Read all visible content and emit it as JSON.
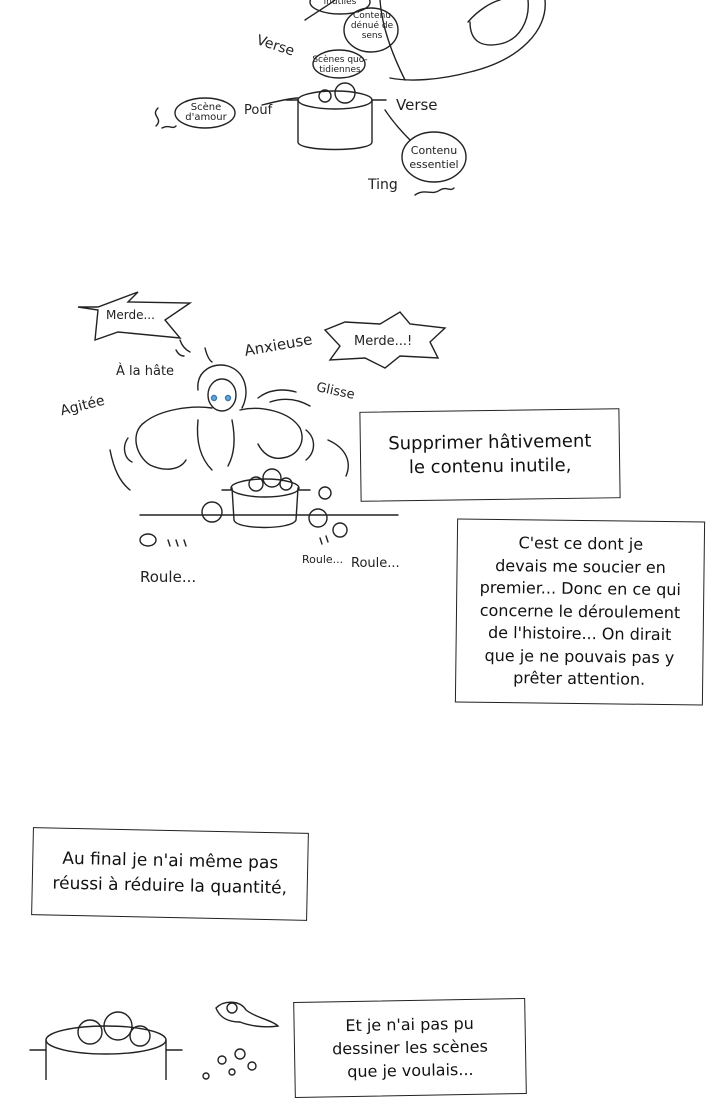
{
  "panel1": {
    "blob_top": "inutiles",
    "blob_meaningless": "Contenu\ndénué de\nsens",
    "blob_daily": "Scènes quo-\ntidiennes",
    "blob_love": "Scène\nd'amour",
    "blob_essential": "Contenu\nessentiel",
    "sfx_verse_1": "Verse",
    "sfx_pouf": "Pouf",
    "sfx_verse_2": "Verse",
    "sfx_ting": "Ting"
  },
  "panel2": {
    "bubble_merde_left": "Merde...",
    "bubble_merde_right": "Merde...!",
    "sfx_anxieuse": "Anxieuse",
    "sfx_hate": "À la hâte",
    "sfx_agitee": "Agitée",
    "sfx_glisse": "Glisse",
    "sfx_roule_left": "Roule...",
    "sfx_roule_mid": "Roule...",
    "sfx_roule_right": "Roule...",
    "caption_delete": "Supprimer hâtivement\nle contenu inutile,",
    "caption_story": "C'est ce dont je\ndevais me soucier en\npremier... Donc en ce qui\nconcerne le déroulement\nde l'histoire... On dirait\nque je ne pouvais pas y\nprêter attention."
  },
  "panel3": {
    "caption_quantity": "Au final je n'ai même pas\nréussi à réduire la quantité,"
  },
  "panel4": {
    "caption_scenes": "Et je n'ai pas pu\ndessiner les scènes\nque je voulais..."
  }
}
